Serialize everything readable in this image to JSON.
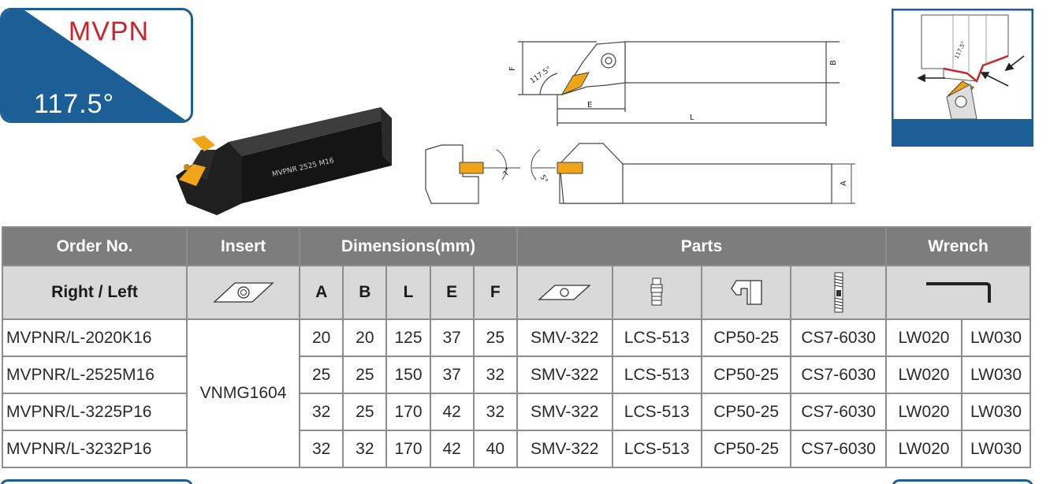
{
  "badge": {
    "code": "MVPN",
    "angle": "117.5°"
  },
  "tool_marking": "MVPNR 2525 M16",
  "drawing_labels": {
    "F": "F",
    "B": "B",
    "E": "E",
    "L": "L",
    "A": "A",
    "angle_main": "117.5°",
    "clearance_1": "7°",
    "clearance_2": "5°",
    "diagram_angle": "117.5°"
  },
  "table": {
    "headers": {
      "order_no": "Order No.",
      "insert": "Insert",
      "dimensions": "Dimensions(mm)",
      "parts": "Parts",
      "wrench": "Wrench",
      "right_left": "Right / Left",
      "dims": [
        "A",
        "B",
        "L",
        "E",
        "F"
      ]
    },
    "insert_value": "VNMG1604",
    "rows": [
      {
        "order": "MVPNR/L-2020K16",
        "A": "20",
        "B": "20",
        "L": "125",
        "E": "37",
        "F": "25",
        "shim": "SMV-322",
        "screw": "LCS-513",
        "clamp": "CP50-25",
        "cscrew": "CS7-6030",
        "w1": "LW020",
        "w2": "LW030"
      },
      {
        "order": "MVPNR/L-2525M16",
        "A": "25",
        "B": "25",
        "L": "150",
        "E": "37",
        "F": "32",
        "shim": "SMV-322",
        "screw": "LCS-513",
        "clamp": "CP50-25",
        "cscrew": "CS7-6030",
        "w1": "LW020",
        "w2": "LW030"
      },
      {
        "order": "MVPNR/L-3225P16",
        "A": "32",
        "B": "25",
        "L": "170",
        "E": "42",
        "F": "32",
        "shim": "SMV-322",
        "screw": "LCS-513",
        "clamp": "CP50-25",
        "cscrew": "CS7-6030",
        "w1": "LW020",
        "w2": "LW030"
      },
      {
        "order": "MVPNR/L-3232P16",
        "A": "32",
        "B": "32",
        "L": "170",
        "E": "42",
        "F": "40",
        "shim": "SMV-322",
        "screw": "LCS-513",
        "clamp": "CP50-25",
        "cscrew": "CS7-6030",
        "w1": "LW020",
        "w2": "LW030"
      }
    ]
  },
  "colors": {
    "brand_blue": "#1c5e96",
    "title_red": "#c8252c",
    "header_dark": "#7d7d7d",
    "header_light": "#d9d9d9",
    "insert_gold": "#f0a518"
  }
}
